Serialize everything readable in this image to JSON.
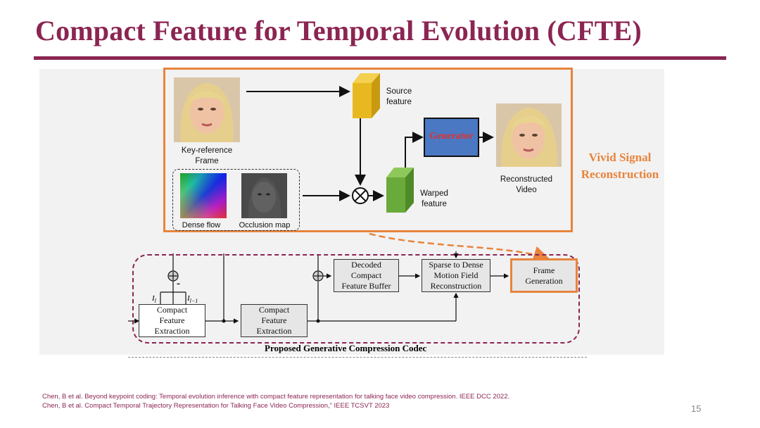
{
  "slide": {
    "title": "Compact Feature for Temporal Evolution (CFTE)",
    "page_number": "15",
    "citations": [
      "Chen, B et al. Beyond keypoint coding: Temporal evolution inference with compact feature representation for talking face video compression.  IEEE DCC 2022.",
      "Chen, B et al. Compact Temporal Trajectory Representation for Talking Face Video Compression,” IEEE TCSVT 2023"
    ]
  },
  "diagram": {
    "top": {
      "key_reference_frame": "Key-reference\nFrame",
      "source_feature": "Source\nfeature",
      "generator": "Generator",
      "reconstructed_video": "Reconstructed\nVideo",
      "warped_feature": "Warped\nfeature",
      "dense_flow": "Dense flow",
      "occlusion_map": "Occlusion map",
      "vivid_signal": "Vivid Signal\nReconstruction"
    },
    "codec": {
      "caption": "Proposed Generative Compression Codec",
      "compact_feature_extraction_1": "Compact\nFeature\nExtraction",
      "compact_feature_extraction_2": "Compact\nFeature\nExtraction",
      "decoded_buffer": "Decoded\nCompact\nFeature Buffer",
      "sparse_to_dense": "Sparse to Dense\nMotion Field\nReconstruction",
      "frame_generation": "Frame\nGeneration",
      "input_current": "I",
      "input_current_sub": "l",
      "input_prev": "I",
      "input_prev_sub": "l−1",
      "minus_sign": "-"
    },
    "colors": {
      "accent_purple": "#8b2552",
      "accent_orange": "#e8843c",
      "generator_blue": "#4a78c2",
      "generator_text": "#e03030",
      "feature_yellow": "#e8b820",
      "feature_green": "#6aaa3a"
    }
  }
}
